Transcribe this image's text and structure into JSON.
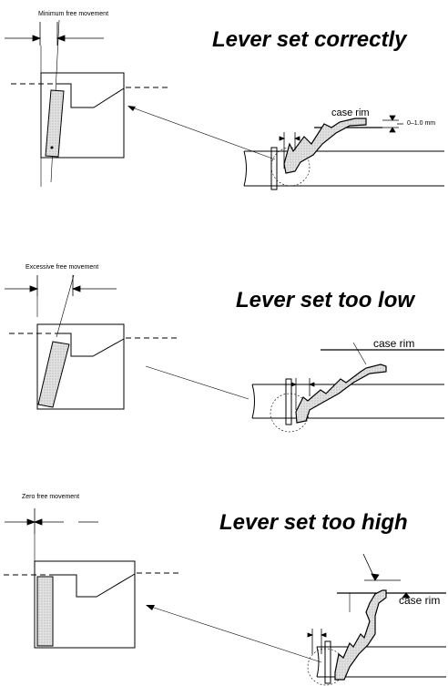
{
  "panels": [
    {
      "title": "Lever set correctly",
      "movement_label": "Minimum free movement",
      "rim_label": "case rim",
      "gap_label": "0–1.0 mm"
    },
    {
      "title": "Lever set too low",
      "movement_label": "Excessive free movement",
      "rim_label": "case rim"
    },
    {
      "title": "Lever set too high",
      "movement_label": "Zero free movement",
      "rim_label": "case rim"
    }
  ]
}
